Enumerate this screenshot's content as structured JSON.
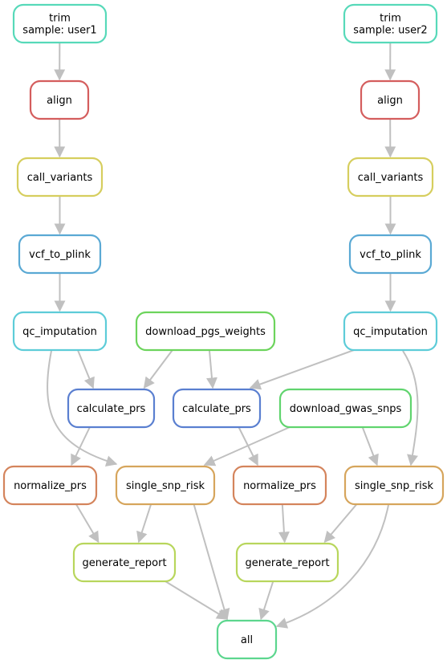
{
  "nodes": [
    {
      "id": "trim_1",
      "lines": [
        "trim",
        "sample: user1"
      ],
      "color": "#57d9b9"
    },
    {
      "id": "trim_2",
      "lines": [
        "trim",
        "sample: user2"
      ],
      "color": "#57d9b9"
    },
    {
      "id": "align_1",
      "lines": [
        "align"
      ],
      "color": "#d45d5d"
    },
    {
      "id": "align_2",
      "lines": [
        "align"
      ],
      "color": "#d45d5d"
    },
    {
      "id": "call_variants_1",
      "lines": [
        "call_variants"
      ],
      "color": "#d6ce5e"
    },
    {
      "id": "call_variants_2",
      "lines": [
        "call_variants"
      ],
      "color": "#d6ce5e"
    },
    {
      "id": "vcf_to_plink_1",
      "lines": [
        "vcf_to_plink"
      ],
      "color": "#5aa9d4"
    },
    {
      "id": "vcf_to_plink_2",
      "lines": [
        "vcf_to_plink"
      ],
      "color": "#5aa9d4"
    },
    {
      "id": "qc_imputation_1",
      "lines": [
        "qc_imputation"
      ],
      "color": "#5dccd8"
    },
    {
      "id": "qc_imputation_2",
      "lines": [
        "qc_imputation"
      ],
      "color": "#5dccd8"
    },
    {
      "id": "download_pgs_weights",
      "lines": [
        "download_pgs_weights"
      ],
      "color": "#6cd45c"
    },
    {
      "id": "download_gwas_snps",
      "lines": [
        "download_gwas_snps"
      ],
      "color": "#60d46e"
    },
    {
      "id": "calculate_prs_1",
      "lines": [
        "calculate_prs"
      ],
      "color": "#5a7fd0"
    },
    {
      "id": "calculate_prs_2",
      "lines": [
        "calculate_prs"
      ],
      "color": "#5a7fd0"
    },
    {
      "id": "normalize_prs_1",
      "lines": [
        "normalize_prs"
      ],
      "color": "#d4845c"
    },
    {
      "id": "normalize_prs_2",
      "lines": [
        "normalize_prs"
      ],
      "color": "#d4845c"
    },
    {
      "id": "single_snp_risk_1",
      "lines": [
        "single_snp_risk"
      ],
      "color": "#d6a55c"
    },
    {
      "id": "single_snp_risk_2",
      "lines": [
        "single_snp_risk"
      ],
      "color": "#d6a55c"
    },
    {
      "id": "generate_report_1",
      "lines": [
        "generate_report"
      ],
      "color": "#b8d65c"
    },
    {
      "id": "generate_report_2",
      "lines": [
        "generate_report"
      ],
      "color": "#b8d65c"
    },
    {
      "id": "all",
      "lines": [
        "all"
      ],
      "color": "#5cd68e"
    }
  ],
  "edges": [
    [
      "trim_1",
      "align_1"
    ],
    [
      "align_1",
      "call_variants_1"
    ],
    [
      "call_variants_1",
      "vcf_to_plink_1"
    ],
    [
      "vcf_to_plink_1",
      "qc_imputation_1"
    ],
    [
      "trim_2",
      "align_2"
    ],
    [
      "align_2",
      "call_variants_2"
    ],
    [
      "call_variants_2",
      "vcf_to_plink_2"
    ],
    [
      "vcf_to_plink_2",
      "qc_imputation_2"
    ],
    [
      "qc_imputation_1",
      "calculate_prs_1"
    ],
    [
      "download_pgs_weights",
      "calculate_prs_1"
    ],
    [
      "download_pgs_weights",
      "calculate_prs_2"
    ],
    [
      "qc_imputation_2",
      "calculate_prs_2"
    ],
    [
      "qc_imputation_1",
      "single_snp_risk_1"
    ],
    [
      "download_gwas_snps",
      "single_snp_risk_1"
    ],
    [
      "download_gwas_snps",
      "single_snp_risk_2"
    ],
    [
      "qc_imputation_2",
      "single_snp_risk_2"
    ],
    [
      "calculate_prs_1",
      "normalize_prs_1"
    ],
    [
      "calculate_prs_2",
      "normalize_prs_2"
    ],
    [
      "normalize_prs_1",
      "generate_report_1"
    ],
    [
      "single_snp_risk_1",
      "generate_report_1"
    ],
    [
      "normalize_prs_2",
      "generate_report_2"
    ],
    [
      "single_snp_risk_2",
      "generate_report_2"
    ],
    [
      "single_snp_risk_1",
      "all"
    ],
    [
      "generate_report_1",
      "all"
    ],
    [
      "generate_report_2",
      "all"
    ],
    [
      "single_snp_risk_2",
      "all"
    ]
  ],
  "edge_color": "#c0c0c0"
}
